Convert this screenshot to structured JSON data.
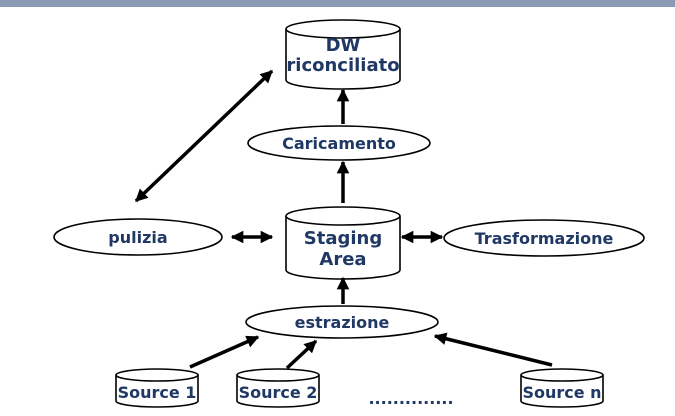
{
  "stores": {
    "dw_line1": "DW",
    "dw_line2": "riconciliato",
    "staging_line1": "Staging",
    "staging_line2": "Area"
  },
  "processes": {
    "caricamento": "Caricamento",
    "pulizia": "pulizia",
    "trasformazione": "Trasformazione",
    "estrazione": "estrazione"
  },
  "sources": {
    "source1": "Source 1",
    "source2": "Source 2",
    "ellipsis": "..............",
    "sourcen": "Source n"
  },
  "colors": {
    "top_bar": "#8a9bb5",
    "text": "#1f3864",
    "stroke": "#000000"
  }
}
